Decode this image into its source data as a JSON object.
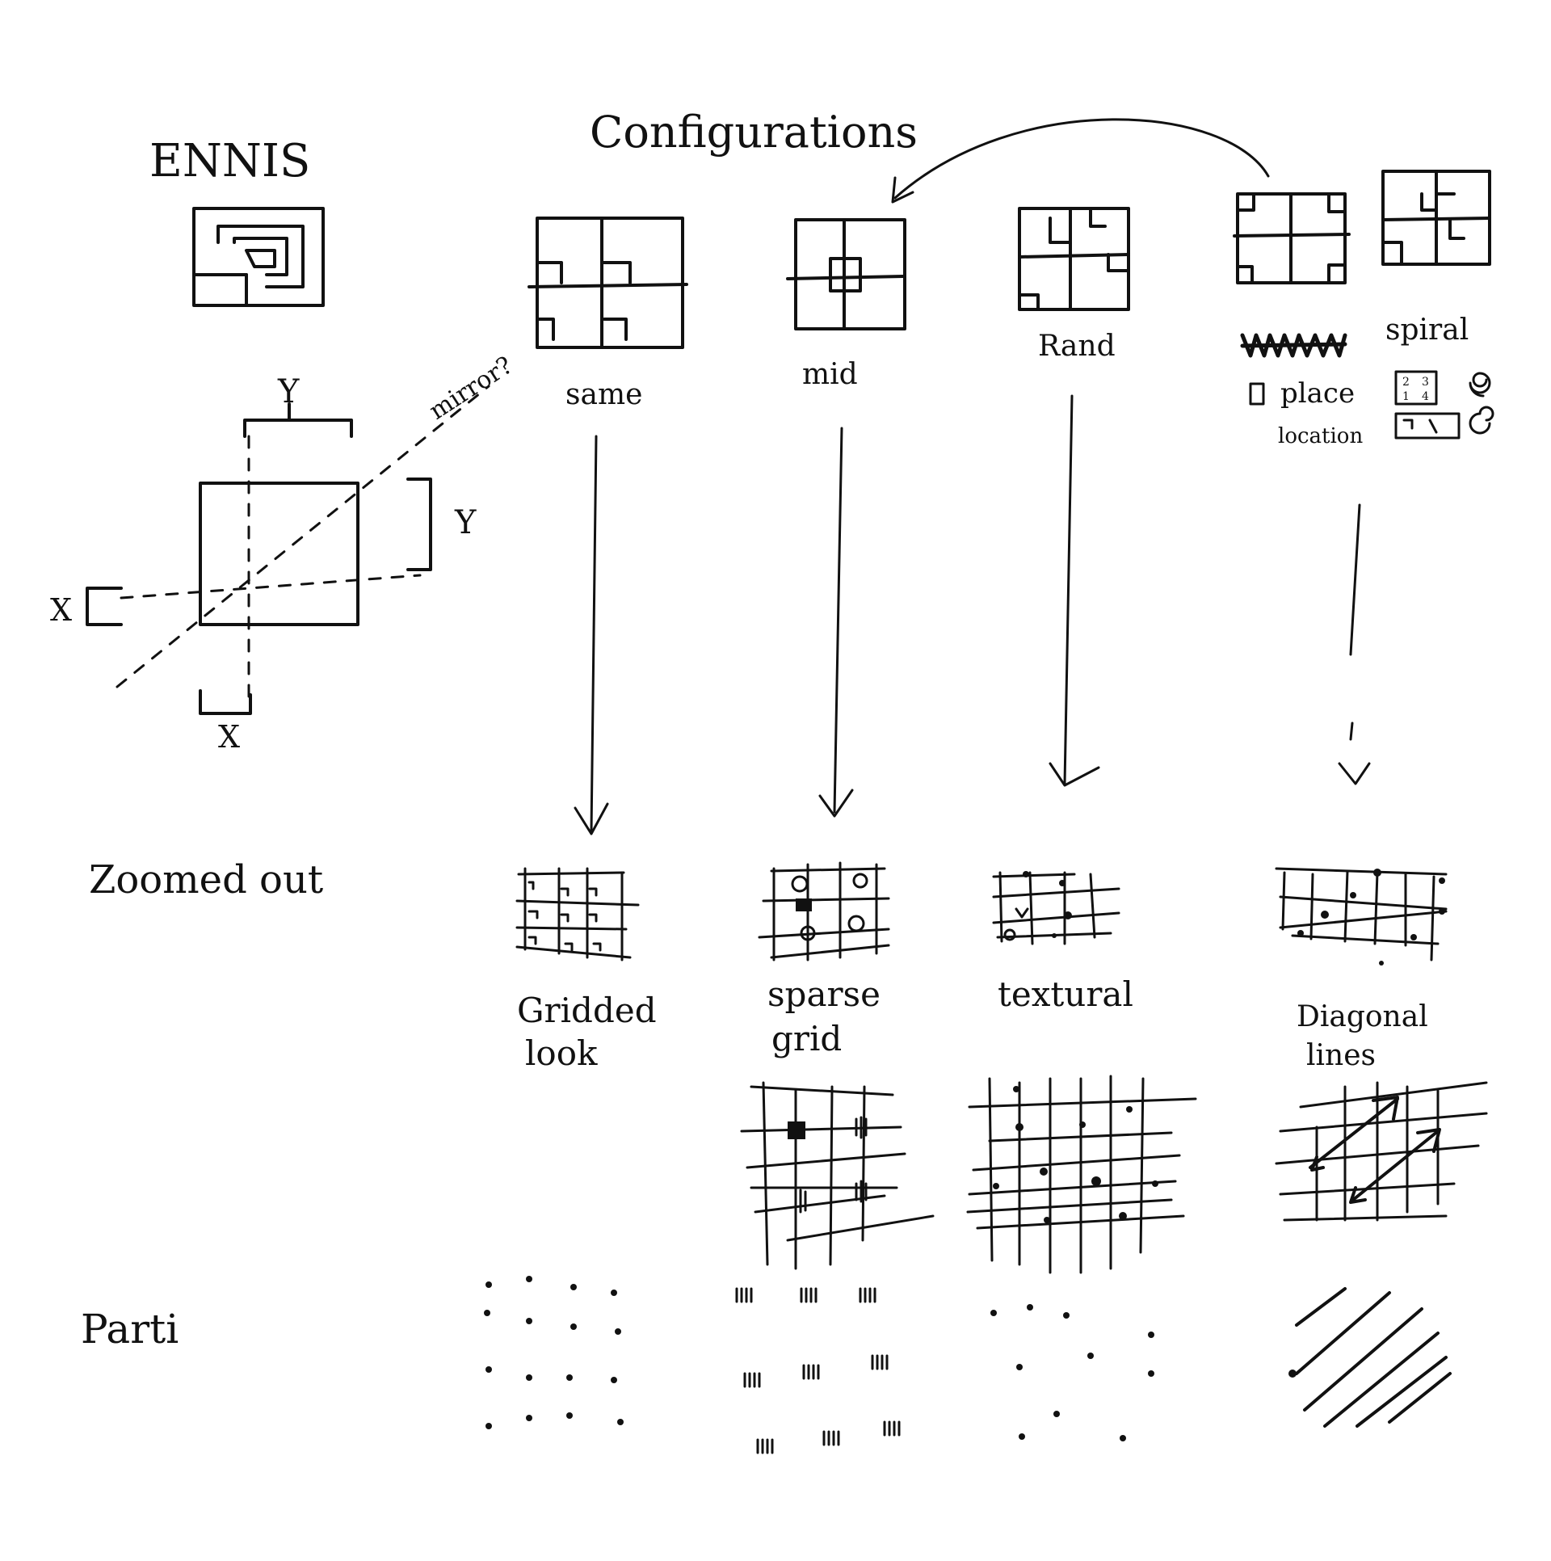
{
  "title": "ENNIS",
  "heading": "Configurations",
  "mirror_note": "mirror?",
  "axis_labels": {
    "y_top": "Y",
    "y_right": "Y",
    "x_left": "X",
    "x_bottom": "X"
  },
  "configs": [
    {
      "label": "same",
      "zoomed_label": [
        "Gridded",
        "look"
      ]
    },
    {
      "label": "mid",
      "zoomed_label": [
        "sparse",
        "grid"
      ]
    },
    {
      "label": "Rand",
      "zoomed_label": [
        "textural",
        ""
      ]
    },
    {
      "label": "",
      "zoomed_label": [
        "Diagonal",
        "lines"
      ]
    }
  ],
  "spiral": {
    "label": "spiral",
    "place_label": "place",
    "location_label": "location",
    "mini_grid": [
      "2",
      "3",
      "1",
      "4"
    ]
  },
  "rows": {
    "zoomed": "Zoomed out",
    "parti": "Parti"
  },
  "colors": {
    "ink": "#111111",
    "paper": "#ffffff"
  }
}
